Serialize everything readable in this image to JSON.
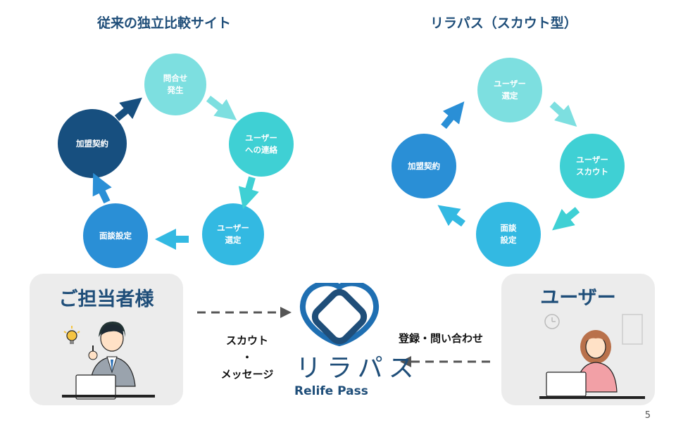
{
  "left_cycle": {
    "title": "従来の独立比較サイト",
    "nodes": [
      {
        "lines": [
          "問合せ",
          "発生"
        ],
        "color": "#7ddfe0"
      },
      {
        "lines": [
          "ユーザー",
          "への連絡"
        ],
        "color": "#3fd0d4"
      },
      {
        "lines": [
          "ユーザー",
          "選定"
        ],
        "color": "#33b9e2"
      },
      {
        "lines": [
          "面談設定"
        ],
        "color": "#2a8fd6"
      },
      {
        "lines": [
          "加盟契約"
        ],
        "color": "#174f7f"
      }
    ]
  },
  "right_cycle": {
    "title": "リラパス（スカウト型）",
    "nodes": [
      {
        "lines": [
          "ユーザー",
          "選定"
        ],
        "color": "#7ddfe0"
      },
      {
        "lines": [
          "ユーザー",
          "スカウト"
        ],
        "color": "#3fd0d4"
      },
      {
        "lines": [
          "面談",
          "設定"
        ],
        "color": "#33b9e2"
      },
      {
        "lines": [
          "加盟契約"
        ],
        "color": "#2a8fd6"
      }
    ]
  },
  "client_box": {
    "title": "ご担当者様"
  },
  "user_box": {
    "title": "ユーザー"
  },
  "flow_left": {
    "line1": "スカウト",
    "line2": "・",
    "line3": "メッセージ"
  },
  "flow_right": {
    "label": "登録・問い合わせ"
  },
  "logo": {
    "kana": "リラパス",
    "roman": "Relife Pass",
    "color": "#1f4e79"
  },
  "page_number": "5"
}
